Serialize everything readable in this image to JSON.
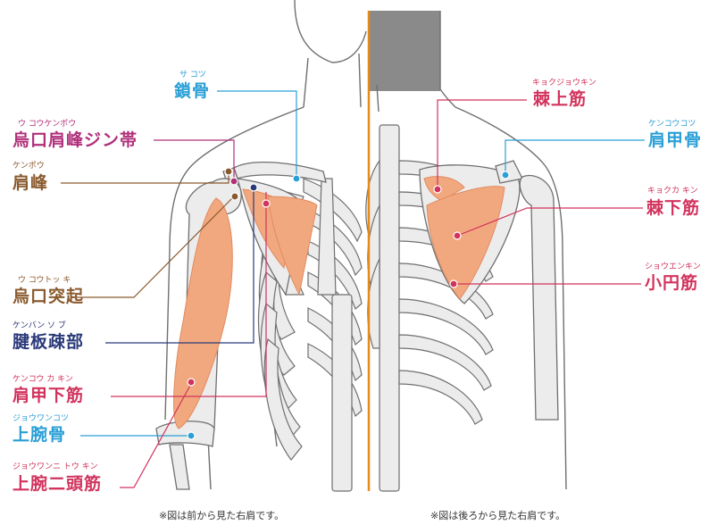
{
  "colors": {
    "cyan": "#2a9fd6",
    "magenta": "#b0307a",
    "brown": "#8a5a2e",
    "navy": "#2b3a7a",
    "crimson": "#d2335d",
    "divider": "#e88a1a",
    "bone": "#ececec",
    "bone_stroke": "#6f6f6f",
    "muscle": "#f2a87e",
    "hair": "#8a8a8a"
  },
  "front": {
    "clavicle": {
      "ruby": "サ コツ",
      "name": "鎖骨"
    },
    "coracoacromial": {
      "ruby": "ウ コウケンポウ",
      "name": "烏口肩峰ジン帯"
    },
    "acromion": {
      "ruby": "ケンポウ",
      "name": "肩峰"
    },
    "coracoid": {
      "ruby": "ウ コウトッ キ",
      "name": "烏口突起"
    },
    "rotator_interval": {
      "ruby": "ケンバン ソ ブ",
      "name": "腱板疎部"
    },
    "subscapularis": {
      "ruby": "ケンコウ カ キン",
      "name": "肩甲下筋"
    },
    "humerus": {
      "ruby": "ジョウワンコツ",
      "name": "上腕骨"
    },
    "biceps": {
      "ruby": "ジョウワンニ トウ キン",
      "name": "上腕二頭筋"
    },
    "caption": "※図は前から見た右肩です。"
  },
  "back": {
    "supraspinatus": {
      "ruby": "キョクジョウキン",
      "name": "棘上筋"
    },
    "scapula": {
      "ruby": "ケンコウコツ",
      "name": "肩甲骨"
    },
    "infraspinatus": {
      "ruby": "キョクカ キン",
      "name": "棘下筋"
    },
    "teres_minor": {
      "ruby": "ショウエンキン",
      "name": "小円筋"
    },
    "caption": "※図は後ろから見た右肩です。"
  }
}
